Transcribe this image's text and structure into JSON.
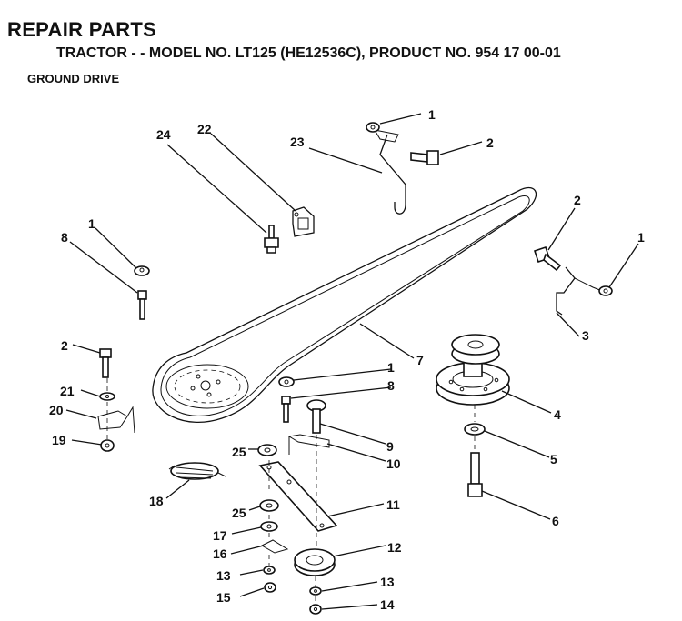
{
  "header": {
    "title": "REPAIR PARTS",
    "subtitle": "TRACTOR - - MODEL NO. LT125 (HE12536C),  PRODUCT NO. 954 17 00-01",
    "section": "GROUND DRIVE"
  },
  "callouts": {
    "c1a": "1",
    "c2a": "2",
    "c23": "23",
    "c22": "22",
    "c24": "24",
    "c2b": "2",
    "c1b": "1",
    "c1c": "1",
    "c8a": "8",
    "c3": "3",
    "c7": "7",
    "c2c": "2",
    "c1d": "1",
    "c8b": "8",
    "c21": "21",
    "c4": "4",
    "c20": "20",
    "c9": "9",
    "c19": "19",
    "c25a": "25",
    "c10": "10",
    "c5": "5",
    "c18": "18",
    "c11": "11",
    "c25b": "25",
    "c6": "6",
    "c17": "17",
    "c12": "12",
    "c16": "16",
    "c13a": "13",
    "c13b": "13",
    "c15": "15",
    "c14": "14"
  }
}
